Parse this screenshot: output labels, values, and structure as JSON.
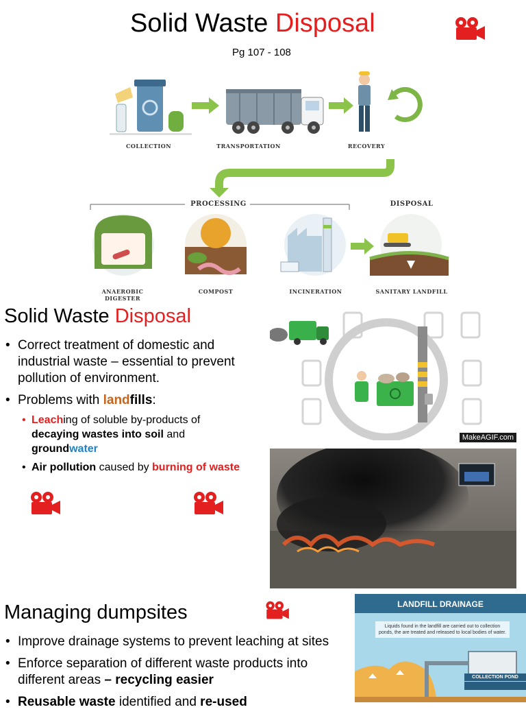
{
  "header": {
    "title_part1": "Solid Waste",
    "title_part2": "Disposal",
    "page_ref": "Pg 107 - 108"
  },
  "process_diagram": {
    "steps": [
      "COLLECTION",
      "TRANSPORTATION",
      "RECOVERY"
    ],
    "processing_label": "PROCESSING",
    "disposal_label": "DISPOSAL",
    "bottom_steps": [
      "ANAEROBIC DIGESTER",
      "COMPOST",
      "INCINERATION",
      "SANITARY LANDFILL"
    ]
  },
  "section1": {
    "heading_part1": "Solid Waste",
    "heading_part2": "Disposal",
    "bullet1": "Correct treatment of domestic and industrial waste – essential to prevent pollution of environment.",
    "bullet2_prefix": "Problems with ",
    "bullet2_land": "land",
    "bullet2_fills": "fills",
    "bullet2_colon": ":",
    "sub1_leach": "Leach",
    "sub1_rest": "ing of soluble by-products of",
    "sub1_bold": "decaying wastes into soil",
    "sub1_and": " and",
    "sub1_ground": "ground",
    "sub1_water": "water",
    "sub2_bold": "Air pollution",
    "sub2_mid": " caused by ",
    "sub2_red": "burning of waste"
  },
  "gif": {
    "watermark": "MakeAGIF.com"
  },
  "section2": {
    "heading": "Managing dumpsites",
    "bullet1": "Improve drainage systems to prevent leaching at sites",
    "bullet2_text": "Enforce separation of different waste products into different areas ",
    "bullet2_bold": "– recycling easier",
    "bullet3_bold1": "Reusable waste",
    "bullet3_mid": " identified and ",
    "bullet3_bold2": "re-used"
  },
  "landfill_drainage": {
    "title": "LANDFILL DRAINAGE",
    "caption": "Liquids found in the landfill are carried out to collection ponds, the are treated and released to local bodies of water.",
    "pond_label": "COLLECTION POND"
  },
  "colors": {
    "accent_red": "#e41f1f",
    "accent_orange": "#c8651b",
    "accent_blue": "#1d82c8"
  }
}
